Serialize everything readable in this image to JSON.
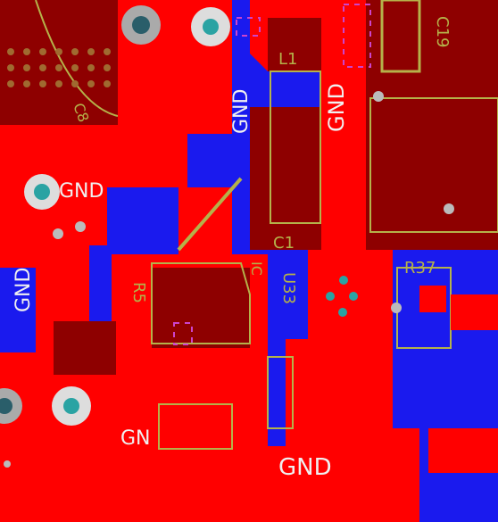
{
  "app": {
    "title": ""
  },
  "palette": {
    "substrate_blue": "#1a1aee",
    "copper_red": "#ff0000",
    "dark_copper": "#8e0000",
    "silkscreen_olive": "#b5b24a",
    "pad_teal": "#2aa3a3",
    "marker_magenta": "#cc44cc",
    "label_white": "#f0f0f0"
  },
  "net_labels": {
    "gnd_top_center": "GND",
    "gnd_center_vertical": "GND",
    "gnd_left_pad": "GND",
    "gnd_left_vertical": "GND",
    "gnd_bottom_left": "GN",
    "gnd_bottom_right": "GND"
  },
  "designators": {
    "l1": "L1",
    "c19": "C19",
    "c_top_left": "C8",
    "c1": "C1",
    "u33": "U33",
    "r37": "R37",
    "r_left": "R5",
    "c_small": "IC"
  },
  "icons": {
    "via": "via-icon",
    "pad": "pad-icon",
    "pin1_marker": "pin1-marker-icon"
  }
}
